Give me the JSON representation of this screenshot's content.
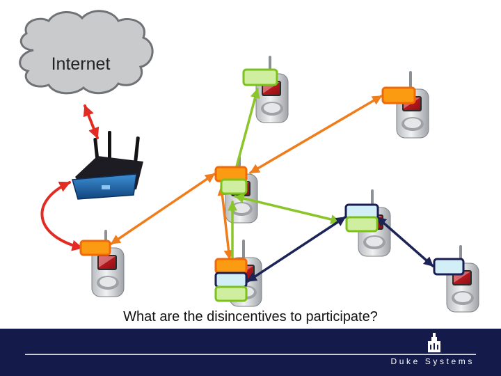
{
  "cloud": {
    "label": "Internet"
  },
  "question": "What are the disincentives to participate?",
  "footer": {
    "brand": "Duke Systems"
  },
  "colors": {
    "tag_green": "#cfeea0",
    "tag_green_border": "#7cc21a",
    "tag_orange": "#fa9b12",
    "tag_orange_border": "#f26a08",
    "tag_blue": "#d2eef6",
    "tag_navy_border": "#1b1e55",
    "link_orange": "#f07d1b",
    "link_green": "#8ac52a",
    "link_navy": "#1c2356",
    "link_red": "#e22b22",
    "footer_bg": "#141b4a"
  },
  "icons": {
    "cloud": "cloud-icon",
    "router": "wireless-router-icon",
    "phone": "mobile-phone-icon",
    "footer_logo": "duke-chapel-icon"
  }
}
